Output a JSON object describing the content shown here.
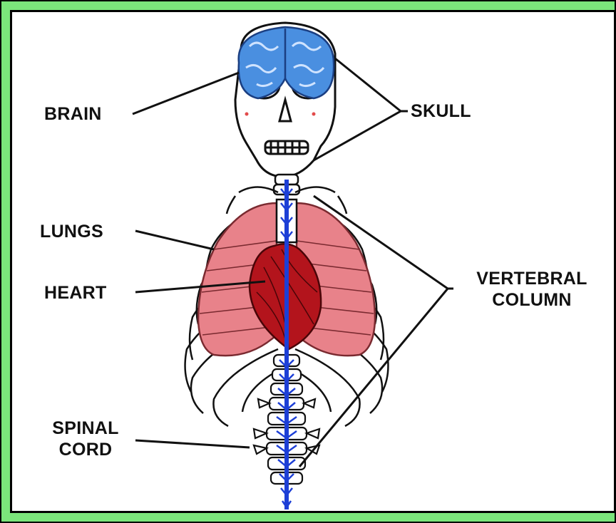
{
  "labels": {
    "brain": "BRAIN",
    "skull": "SKULL",
    "lungs": "LUNGS",
    "heart": "HEART",
    "vertebral_1": "VERTEBRAL",
    "vertebral_2": "COLUMN",
    "spinal_1": "SPINAL",
    "spinal_2": "CORD"
  },
  "colors": {
    "frame_border": "#7be57b",
    "brain": "#4a8fe0",
    "lungs": "#e8828a",
    "heart": "#b3141c",
    "spinal_cord": "#1d3fd6",
    "bone_outline": "#111111"
  }
}
